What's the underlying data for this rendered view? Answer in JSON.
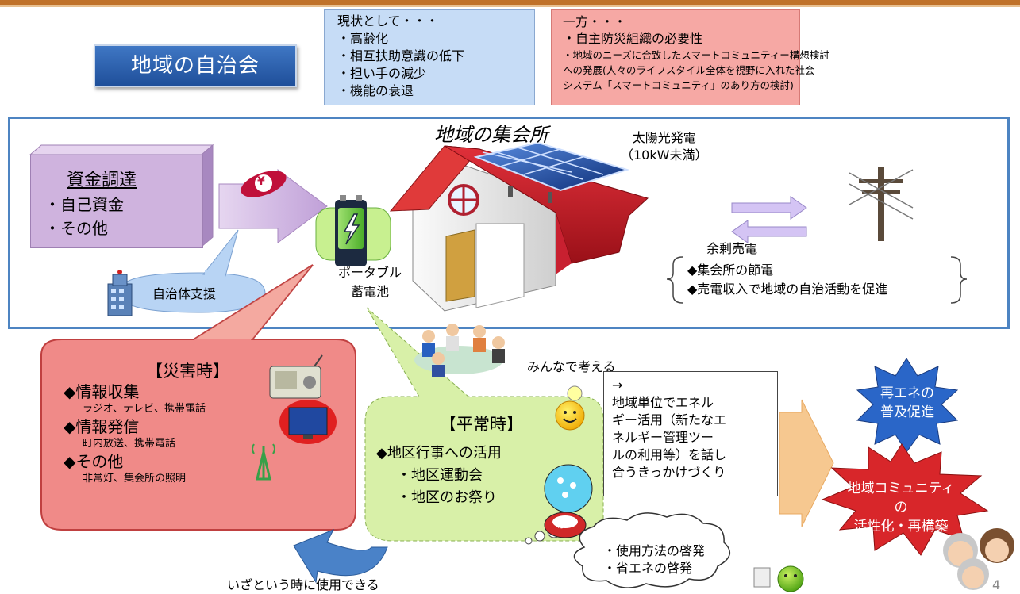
{
  "header": {
    "title": "地域の自治会"
  },
  "status": {
    "heading": "現状として・・・",
    "items": [
      "・高齢化",
      "・相互扶助意識の低下",
      "・担い手の減少",
      "・機能の衰退"
    ]
  },
  "meanwhile": {
    "heading": "一方・・・",
    "item1": "・自主防災組織の必要性",
    "item2_lines": [
      "・地域のニーズに合致したスマートコミュニティー構想検討",
      "への発展(人々のライフスタイル全体を視野に入れた社会",
      "システム「スマートコミュニティ」のあり方の検討)"
    ]
  },
  "hall": {
    "title": "地域の集会所",
    "solar_line1": "太陽光発電",
    "solar_line2": "（10kW未満）"
  },
  "funding": {
    "heading": "資金調達",
    "items": [
      "・自己資金",
      "・その他"
    ],
    "yen_symbol": "¥"
  },
  "support": {
    "label": "自治体支援"
  },
  "battery": {
    "line1": "ポータブル",
    "line2": "蓄電池"
  },
  "grid": {
    "sell_label": "余剰売電",
    "benefits": [
      "◆集会所の節電",
      "◆売電収入で地域の自治活動を促進"
    ]
  },
  "disaster": {
    "heading": "【災害時】",
    "items": [
      {
        "title": "◆情報収集",
        "detail": "ラジオ、テレビ、携帯電話"
      },
      {
        "title": "◆情報発信",
        "detail": "町内放送、携帯電話"
      },
      {
        "title": "◆その他",
        "detail": "非常灯、集会所の照明"
      }
    ]
  },
  "normal": {
    "heading": "【平常時】",
    "item": "◆地区行事への活用",
    "subs": [
      "・地区運動会",
      "・地区のお祭り"
    ],
    "festival_char": "祭"
  },
  "discussion": {
    "label": "みんなで考える",
    "box_lines": [
      "→",
      "地域単位でエネル",
      "ギー活用（新たなエ",
      "ネルギー管理ツー",
      "ルの利用等）を話し",
      "合うきっかけづくり"
    ]
  },
  "cloud": {
    "lines": [
      "・使用方法の啓発",
      "・省エネの啓発"
    ]
  },
  "emergency_use": "いざという時に使用できる",
  "outcomes": {
    "renewable_lines": [
      "再エネの",
      "普及促進"
    ],
    "community_lines": [
      "地域コミュニティ",
      "の",
      "活性化・再構築"
    ]
  },
  "page_number": "4",
  "colors": {
    "title_blue": "#2f62b0",
    "status_bg": "#c6dcf6",
    "meanwhile_bg": "#f6a8a4",
    "frame_blue": "#4d84c2",
    "funding_purple": "#cfb3de",
    "disaster_red": "#f08a88",
    "normal_green": "#d8f0a8",
    "arrow_orange": "#f6c890",
    "star_blue": "#2a66c8",
    "star_red": "#d8262a"
  }
}
